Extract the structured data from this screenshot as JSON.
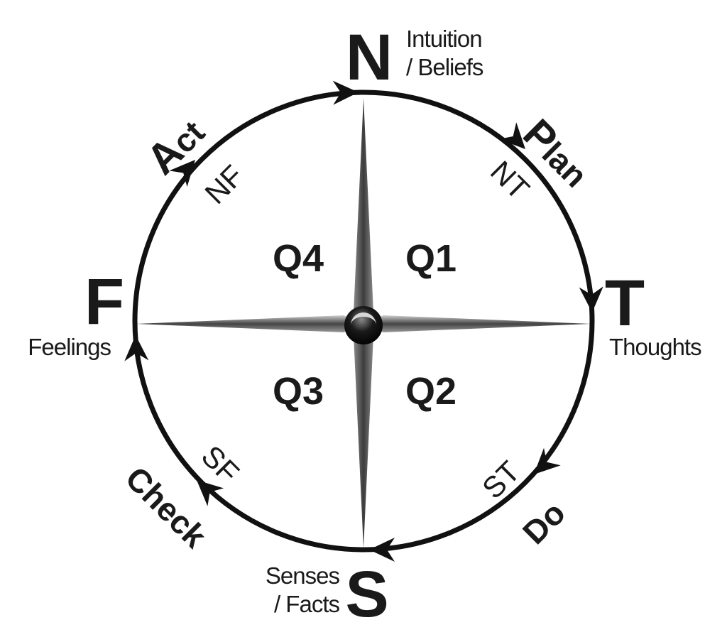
{
  "diagram": {
    "poles": {
      "north": {
        "letter": "N",
        "desc_line1": "Intuition",
        "desc_line2": "/ Beliefs"
      },
      "east": {
        "letter": "T",
        "desc": "Thoughts"
      },
      "south": {
        "letter": "S",
        "desc_line1": "Senses",
        "desc_line2": "/ Facts"
      },
      "west": {
        "letter": "F",
        "desc": "Feelings"
      }
    },
    "phases": {
      "plan": {
        "first": "P",
        "rest": "lan"
      },
      "do": {
        "label": "Do"
      },
      "check": {
        "label": "Check"
      },
      "act": {
        "first": "A",
        "rest": "ct"
      }
    },
    "pairs": {
      "nt": "NT",
      "st": "ST",
      "sf": "SF",
      "nf": "NF"
    },
    "quadrants": {
      "q1": "Q1",
      "q2": "Q2",
      "q3": "Q3",
      "q4": "Q4"
    }
  }
}
